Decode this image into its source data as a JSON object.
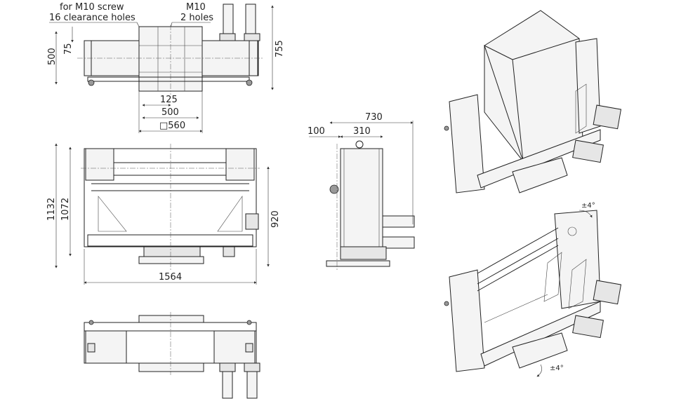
{
  "drawing": {
    "top_view": {
      "callout_left": [
        "for M10 screw",
        "16 clearance holes"
      ],
      "callout_right": [
        "M10",
        "2 holes"
      ],
      "dims": {
        "height_500": "500",
        "offset_75": "75",
        "overall_755": "755",
        "spacing_125": "125",
        "width_500": "500",
        "plate_560": "□560"
      }
    },
    "front_view": {
      "dims": {
        "overall_1132": "1132",
        "inner_1072": "1072",
        "axis_920": "920",
        "width_1564": "1564"
      }
    },
    "side_view": {
      "dims": {
        "overall_730": "730",
        "body_310": "310",
        "offset_100": "100"
      }
    },
    "iso_view": {
      "tilt_labels": [
        "±4°",
        "±4°"
      ]
    }
  }
}
